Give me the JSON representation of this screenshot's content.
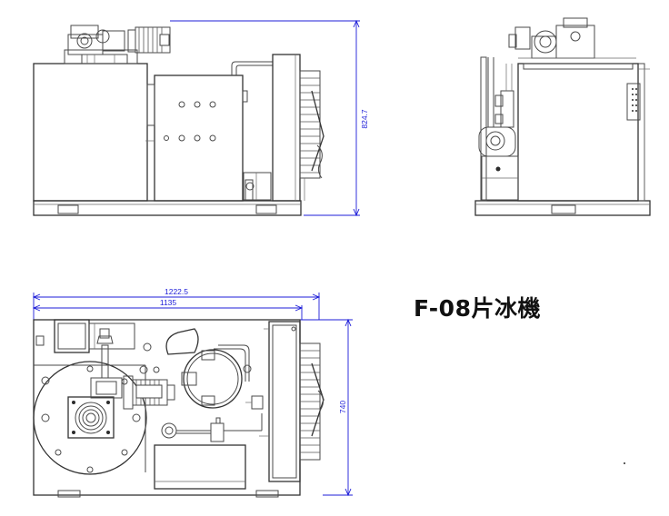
{
  "title": "F-08片冰機",
  "dimensions": {
    "side_height": "824.7",
    "overall_length": "1222.5",
    "frame_length": "1135",
    "depth": "740"
  }
}
